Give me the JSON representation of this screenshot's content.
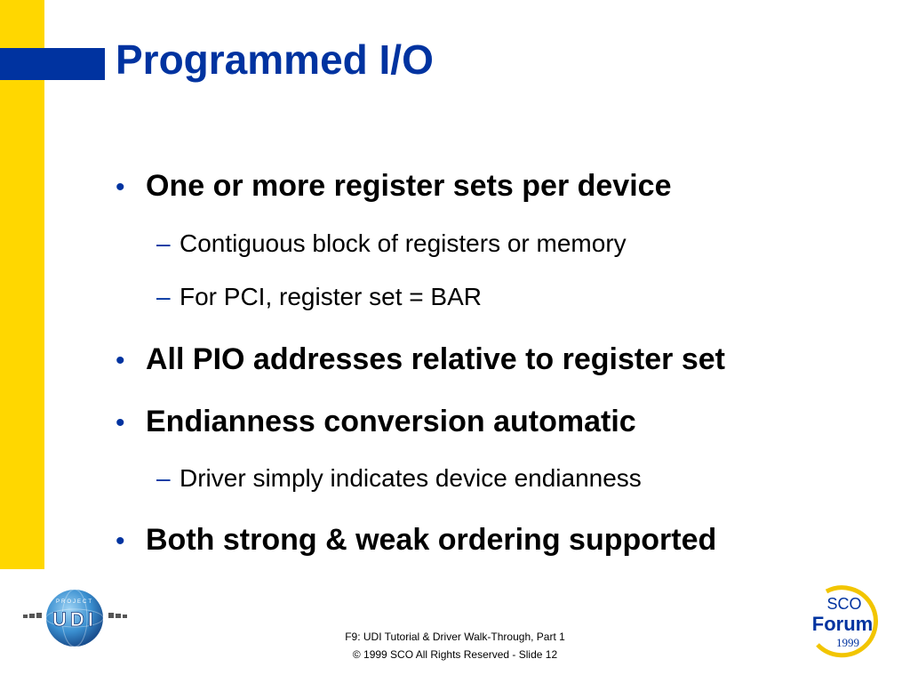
{
  "slide": {
    "title": "Programmed I/O",
    "bullet_mark": "•",
    "dash_mark": "–",
    "items": [
      {
        "level": 1,
        "text": "One or more register sets per device"
      },
      {
        "level": 2,
        "text": "Contiguous block of registers or memory"
      },
      {
        "level": 2,
        "text": "For PCI, register set = BAR"
      },
      {
        "level": 1,
        "text": "All PIO addresses relative to register set"
      },
      {
        "level": 1,
        "text": "Endianness conversion automatic"
      },
      {
        "level": 2,
        "text": "Driver simply indicates device endianness"
      },
      {
        "level": 1,
        "text": "Both strong & weak ordering supported"
      }
    ]
  },
  "footer": {
    "line1": "F9: UDI Tutorial & Driver Walk-Through, Part 1",
    "line2": "© 1999 SCO  All Rights Reserved - Slide 12"
  },
  "logos": {
    "udi": {
      "text": "UDI",
      "ring_text": "PROJECT",
      "icon": "globe-icon"
    },
    "sco": {
      "line1": "SCO",
      "line2": "Forum",
      "year": "1999"
    }
  },
  "colors": {
    "accent_blue": "#0033a0",
    "accent_yellow": "#ffd700"
  }
}
